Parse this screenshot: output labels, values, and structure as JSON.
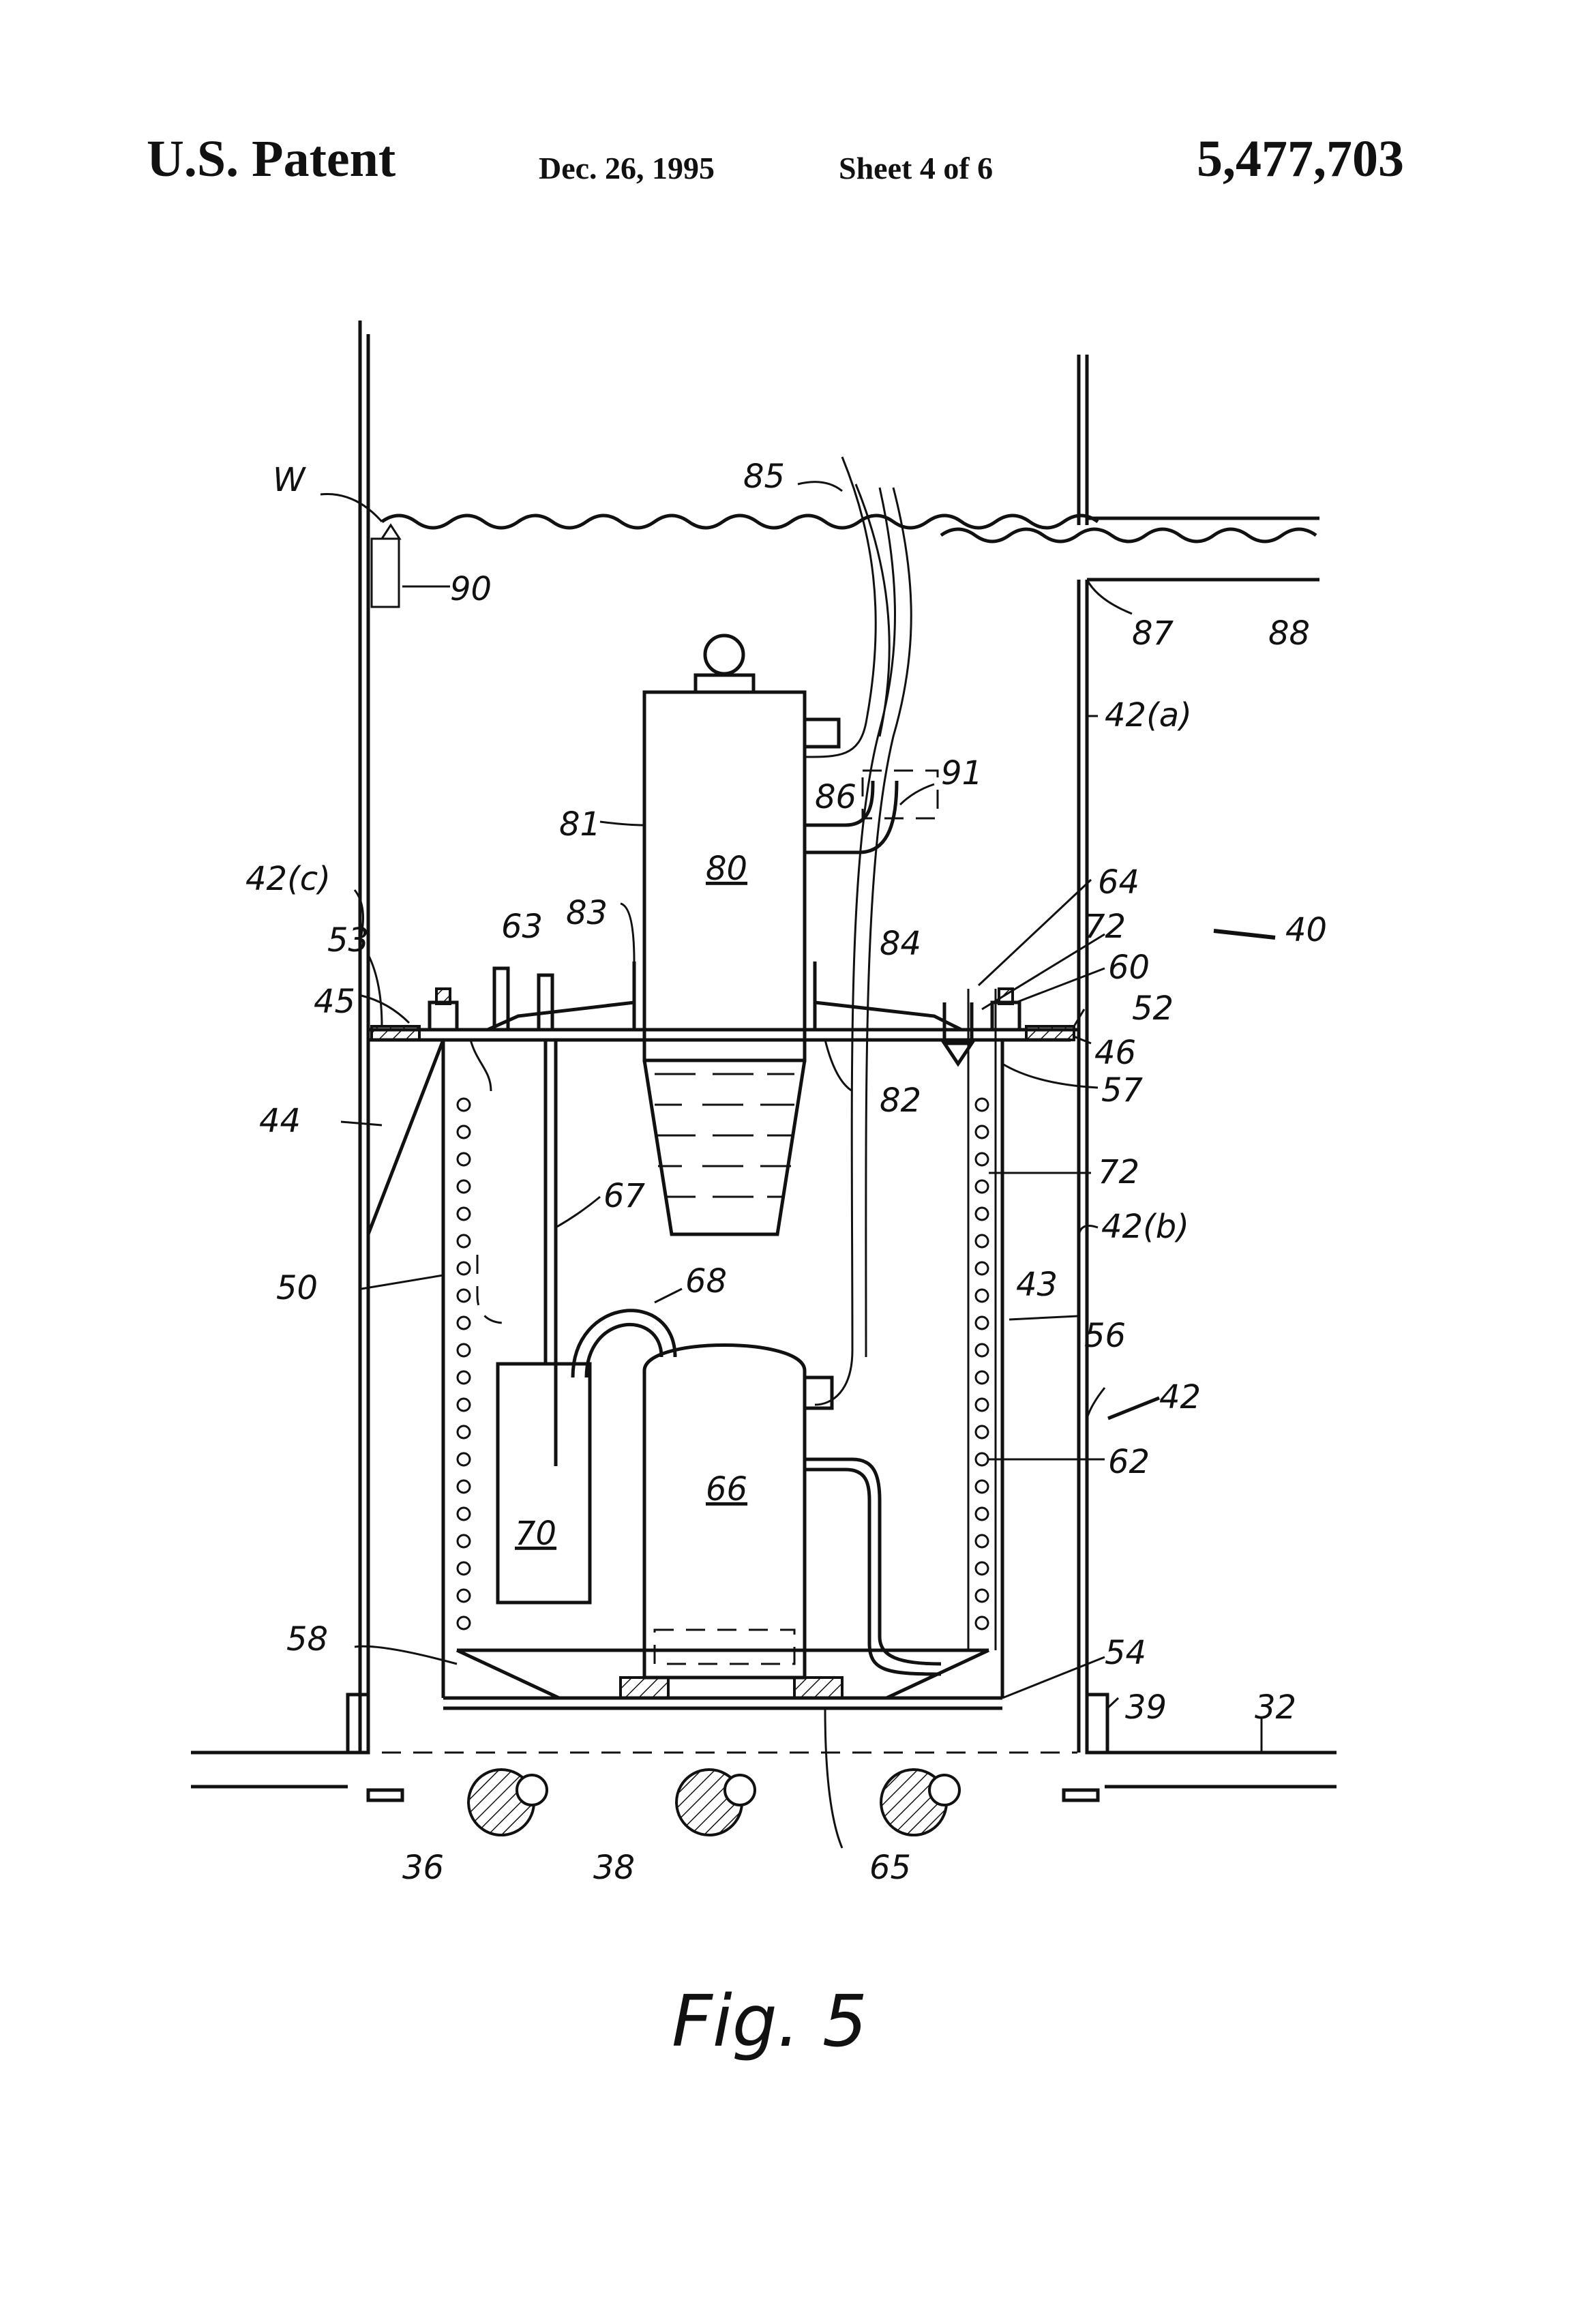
{
  "header": {
    "left": "U.S. Patent",
    "date": "Dec. 26, 1995",
    "sheet": "Sheet 4 of 6",
    "patent_number": "5,477,703"
  },
  "figure": {
    "caption": "Fig. 5",
    "labels": {
      "W": "W",
      "l85": "85",
      "l90": "90",
      "l87": "87",
      "l88": "88",
      "l42a": "42(a)",
      "l91": "91",
      "l86": "86",
      "l81": "81",
      "l80": "80",
      "l64": "64",
      "l40": "40",
      "l42c": "42(c)",
      "l83": "83",
      "l63": "63",
      "l84": "84",
      "l72a": "72",
      "l53": "53",
      "l60": "60",
      "l45": "45",
      "l52": "52",
      "l46": "46",
      "l82": "82",
      "l57": "57",
      "l44": "44",
      "l72b": "72",
      "l67": "67",
      "l42b": "42(b)",
      "l50": "50",
      "l68": "68",
      "l43": "43",
      "l56": "56",
      "l42": "42",
      "l66": "66",
      "l62": "62",
      "l70": "70",
      "l58": "58",
      "l54": "54",
      "l39": "39",
      "l32": "32",
      "l36": "36",
      "l38": "38",
      "l65": "65"
    }
  }
}
